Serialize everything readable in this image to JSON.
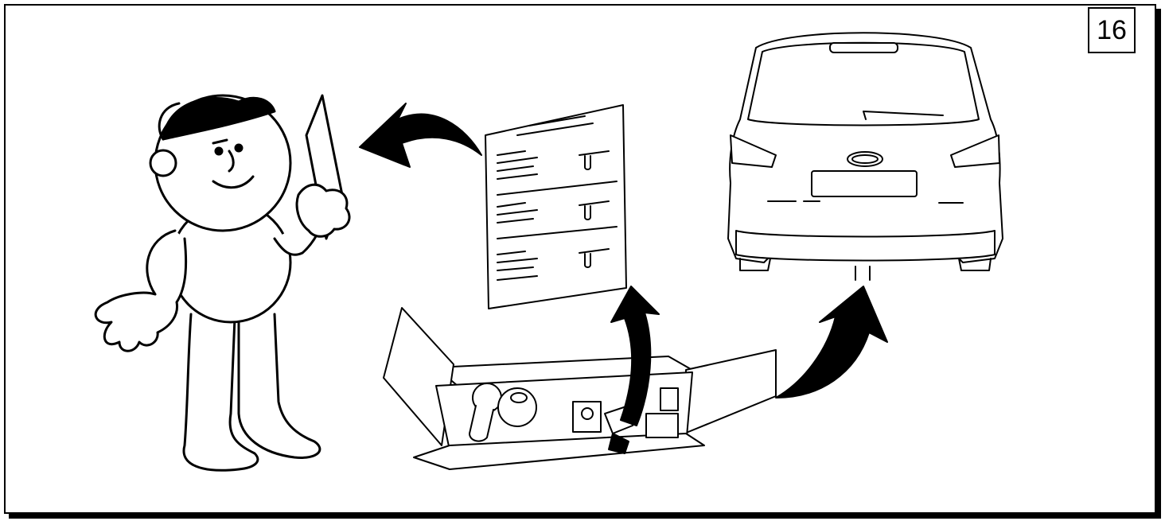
{
  "page_number": "16",
  "icons": [
    "mechanic-figure",
    "instruction-sheet",
    "parts-box",
    "car-rear-view",
    "curved-arrow"
  ],
  "colors": {
    "ink": "#000000",
    "paper": "#ffffff"
  }
}
